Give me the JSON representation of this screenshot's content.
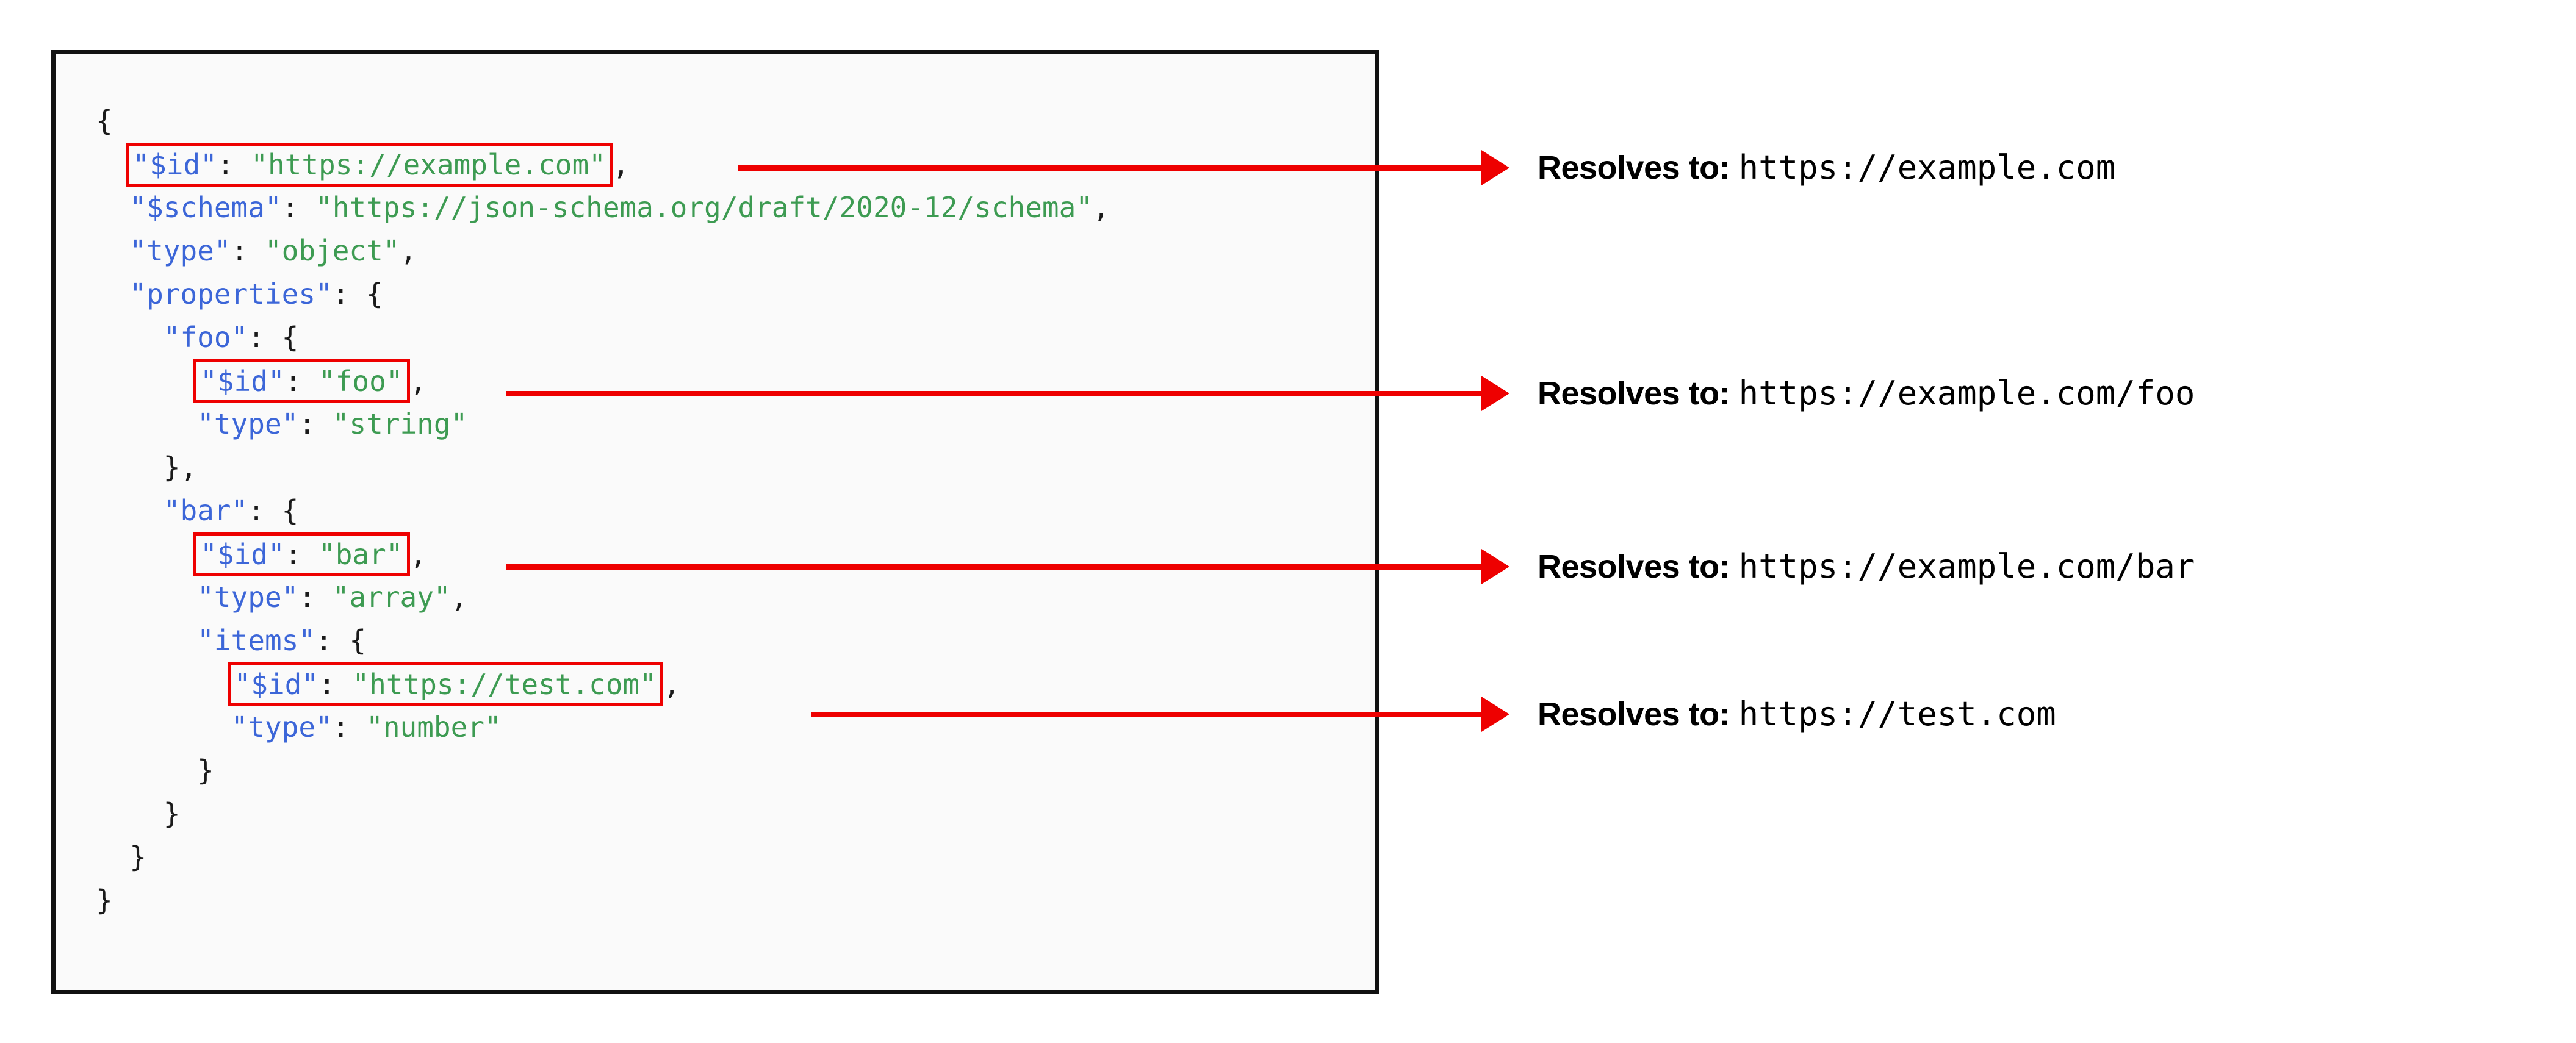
{
  "code_panel": {
    "language": "json",
    "background": "#fafafa",
    "border_color": "#111111",
    "colors": {
      "key": "#3c66d8",
      "string": "#3d9b52",
      "punctuation": "#1a1a1a",
      "highlight": "#ee0000"
    },
    "lines": [
      {
        "indent": 0,
        "segments": [
          {
            "t": "punct",
            "v": "{"
          }
        ]
      },
      {
        "indent": 1,
        "highlighted": true,
        "highlight_text": "\"$id\": \"https://example.com\"",
        "segments": [
          {
            "t": "key",
            "v": "\"$id\""
          },
          {
            "t": "punct",
            "v": ": "
          },
          {
            "t": "str",
            "v": "\"https://example.com\""
          }
        ],
        "trailing": ","
      },
      {
        "indent": 1,
        "segments": [
          {
            "t": "key",
            "v": "\"$schema\""
          },
          {
            "t": "punct",
            "v": ": "
          },
          {
            "t": "str",
            "v": "\"https://json-schema.org/draft/2020-12/schema\""
          },
          {
            "t": "punct",
            "v": ","
          }
        ]
      },
      {
        "indent": 1,
        "segments": [
          {
            "t": "key",
            "v": "\"type\""
          },
          {
            "t": "punct",
            "v": ": "
          },
          {
            "t": "str",
            "v": "\"object\""
          },
          {
            "t": "punct",
            "v": ","
          }
        ]
      },
      {
        "indent": 1,
        "segments": [
          {
            "t": "key",
            "v": "\"properties\""
          },
          {
            "t": "punct",
            "v": ": {"
          }
        ]
      },
      {
        "indent": 2,
        "segments": [
          {
            "t": "key",
            "v": "\"foo\""
          },
          {
            "t": "punct",
            "v": ": {"
          }
        ]
      },
      {
        "indent": 3,
        "highlighted": true,
        "highlight_text": "\"$id\": \"foo\"",
        "segments": [
          {
            "t": "key",
            "v": "\"$id\""
          },
          {
            "t": "punct",
            "v": ": "
          },
          {
            "t": "str",
            "v": "\"foo\""
          }
        ],
        "trailing": ","
      },
      {
        "indent": 3,
        "segments": [
          {
            "t": "key",
            "v": "\"type\""
          },
          {
            "t": "punct",
            "v": ": "
          },
          {
            "t": "str",
            "v": "\"string\""
          }
        ]
      },
      {
        "indent": 2,
        "segments": [
          {
            "t": "punct",
            "v": "},"
          }
        ]
      },
      {
        "indent": 2,
        "segments": [
          {
            "t": "key",
            "v": "\"bar\""
          },
          {
            "t": "punct",
            "v": ": {"
          }
        ]
      },
      {
        "indent": 3,
        "highlighted": true,
        "highlight_text": "\"$id\": \"bar\"",
        "segments": [
          {
            "t": "key",
            "v": "\"$id\""
          },
          {
            "t": "punct",
            "v": ": "
          },
          {
            "t": "str",
            "v": "\"bar\""
          }
        ],
        "trailing": ","
      },
      {
        "indent": 3,
        "segments": [
          {
            "t": "key",
            "v": "\"type\""
          },
          {
            "t": "punct",
            "v": ": "
          },
          {
            "t": "str",
            "v": "\"array\""
          },
          {
            "t": "punct",
            "v": ","
          }
        ]
      },
      {
        "indent": 3,
        "segments": [
          {
            "t": "key",
            "v": "\"items\""
          },
          {
            "t": "punct",
            "v": ": {"
          }
        ]
      },
      {
        "indent": 4,
        "highlighted": true,
        "highlight_text": "\"$id\": \"https://test.com\"",
        "segments": [
          {
            "t": "key",
            "v": "\"$id\""
          },
          {
            "t": "punct",
            "v": ": "
          },
          {
            "t": "str",
            "v": "\"https://test.com\""
          }
        ],
        "trailing": ","
      },
      {
        "indent": 4,
        "segments": [
          {
            "t": "key",
            "v": "\"type\""
          },
          {
            "t": "punct",
            "v": ": "
          },
          {
            "t": "str",
            "v": "\"number\""
          }
        ]
      },
      {
        "indent": 3,
        "segments": [
          {
            "t": "punct",
            "v": "}"
          }
        ]
      },
      {
        "indent": 2,
        "segments": [
          {
            "t": "punct",
            "v": "}"
          }
        ]
      },
      {
        "indent": 1,
        "segments": [
          {
            "t": "punct",
            "v": "}"
          }
        ]
      },
      {
        "indent": 0,
        "segments": [
          {
            "t": "punct",
            "v": "}"
          }
        ]
      }
    ]
  },
  "annotations": [
    {
      "label": "Resolves to:",
      "url": "https://example.com",
      "source_line": 1
    },
    {
      "label": "Resolves to:",
      "url": "https://example.com/foo",
      "source_line": 6
    },
    {
      "label": "Resolves to:",
      "url": "https://example.com/bar",
      "source_line": 10
    },
    {
      "label": "Resolves to:",
      "url": "https://test.com",
      "source_line": 13
    }
  ],
  "arrow_color": "#ee0000"
}
